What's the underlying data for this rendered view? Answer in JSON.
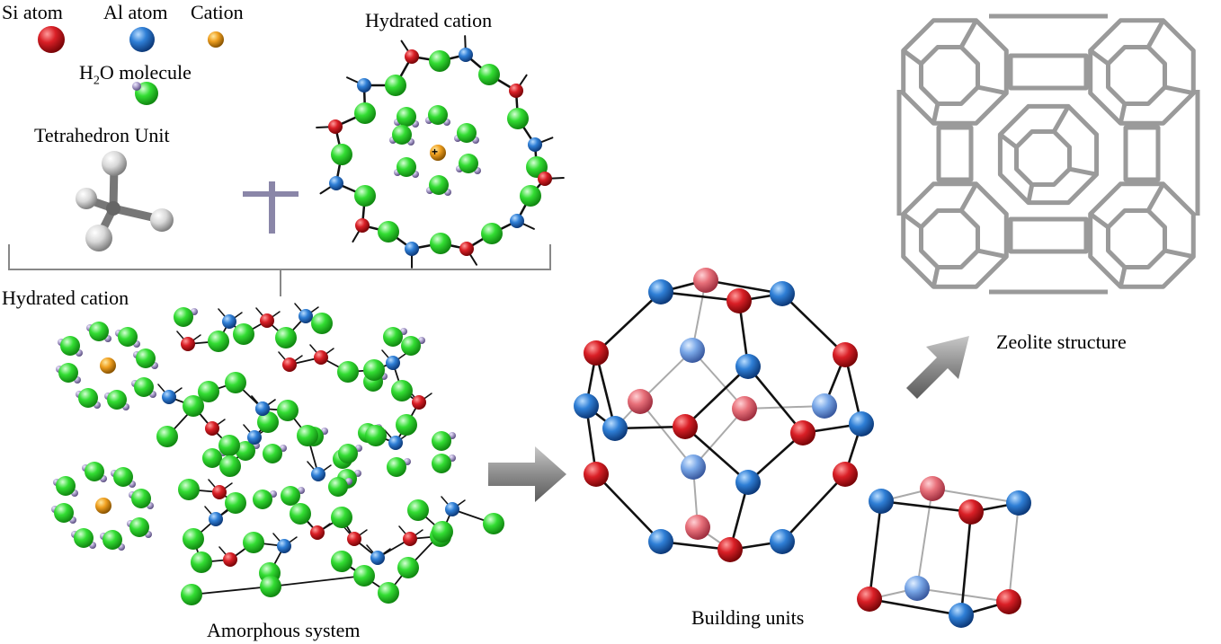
{
  "legend": {
    "si_atom": "Si atom",
    "al_atom": "Al atom",
    "cation": "Cation",
    "h2o_prefix": "H",
    "h2o_sub": "2",
    "h2o_suffix": "O molecule",
    "tetrahedron": "Tetrahedron Unit"
  },
  "labels": {
    "hydrated_cation_top": "Hydrated cation",
    "hydrated_cation_left": "Hydrated cation",
    "amorphous_system": "Amorphous system",
    "building_units": "Building units",
    "zeolite_structure": "Zeolite structure",
    "cation_sign": "+"
  },
  "colors": {
    "si": "#d91f26",
    "al": "#2f7fd6",
    "cation": "#f0a020",
    "water": "#33dd33",
    "hydrogen": "#a89cc8",
    "bond": "#111111",
    "plus": "#8a86a8",
    "arrow": "#8c8c8c",
    "framework": "#999999",
    "si_light": "#e8707a"
  },
  "icons": [
    "plus-icon",
    "arrow-right-icon",
    "arrow-up-right-icon",
    "brace-icon",
    "tetrahedron-icon"
  ]
}
